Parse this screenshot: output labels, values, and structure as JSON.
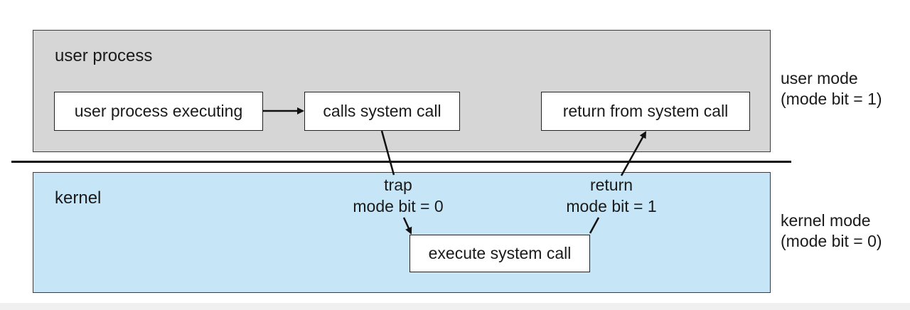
{
  "diagram": {
    "user_region": {
      "label": "user process",
      "boxes": {
        "user_process_executing": "user process executing",
        "calls_system_call": "calls system call",
        "return_from_system_call": "return from system call"
      }
    },
    "kernel_region": {
      "label": "kernel",
      "boxes": {
        "execute_system_call": "execute system call"
      }
    },
    "transitions": {
      "trap": {
        "line1": "trap",
        "line2": "mode bit = 0"
      },
      "return": {
        "line1": "return",
        "line2": "mode bit = 1"
      }
    },
    "modes": {
      "user": {
        "line1": "user mode",
        "line2": "(mode bit = 1)"
      },
      "kernel": {
        "line1": "kernel mode",
        "line2": "(mode bit = 0)"
      }
    },
    "colors": {
      "user_region_fill": "#d6d6d6",
      "kernel_region_fill": "#c6e5f6",
      "box_fill": "#ffffff",
      "line": "#111111"
    }
  }
}
